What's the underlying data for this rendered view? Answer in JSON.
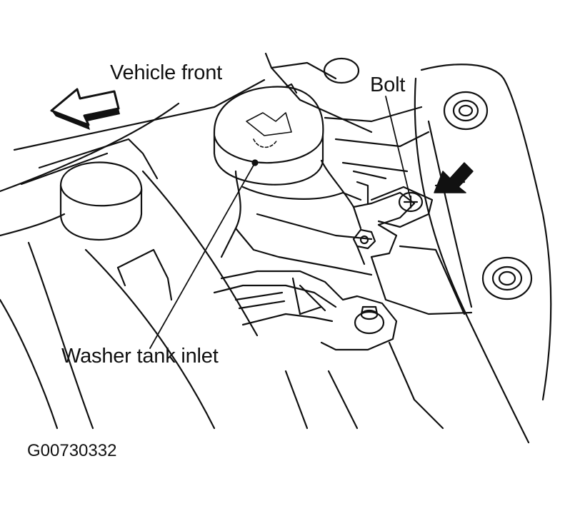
{
  "labels": {
    "vehicle_front": "Vehicle front",
    "bolt": "Bolt",
    "washer_tank_inlet": "Washer tank inlet"
  },
  "figure_id": "G00730332",
  "colors": {
    "line": "#111111",
    "background": "#ffffff"
  },
  "icons": {
    "direction_arrow": "outline-arrow-pointing-left",
    "indicator_arrow": "solid-arrow-pointing-at-bolt"
  }
}
